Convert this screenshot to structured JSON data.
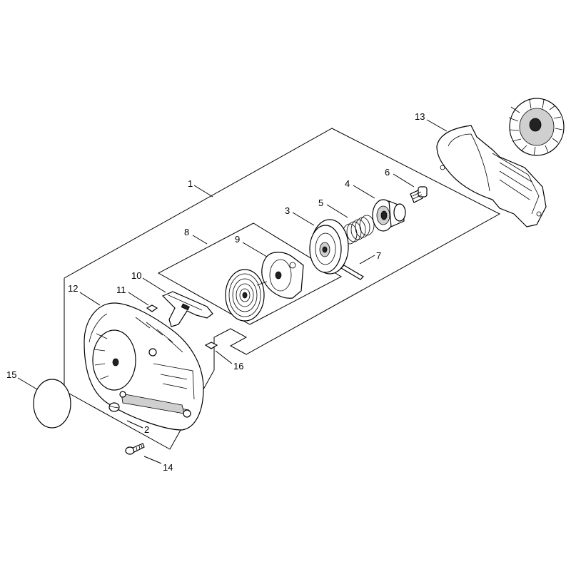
{
  "callouts": [
    {
      "id": "c1",
      "label": "1"
    },
    {
      "id": "c2",
      "label": "2"
    },
    {
      "id": "c3",
      "label": "3"
    },
    {
      "id": "c4",
      "label": "4"
    },
    {
      "id": "c5",
      "label": "5"
    },
    {
      "id": "c6",
      "label": "6"
    },
    {
      "id": "c7",
      "label": "7"
    },
    {
      "id": "c8",
      "label": "8"
    },
    {
      "id": "c9",
      "label": "9"
    },
    {
      "id": "c10",
      "label": "10"
    },
    {
      "id": "c11",
      "label": "11"
    },
    {
      "id": "c12",
      "label": "12"
    },
    {
      "id": "c13",
      "label": "13"
    },
    {
      "id": "c14",
      "label": "14"
    },
    {
      "id": "c15",
      "label": "15"
    },
    {
      "id": "c16",
      "label": "16"
    }
  ]
}
